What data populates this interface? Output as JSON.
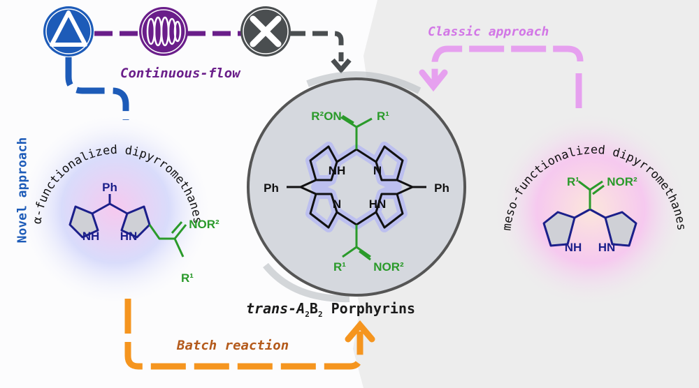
{
  "labels": {
    "continuous_flow": "Continuous-flow",
    "classic_approach": "Classic approach",
    "batch_reaction": "Batch reaction",
    "novel_approach": "Novel approach",
    "product_prefix": "trans-A",
    "product_sub1": "2",
    "product_b": "B",
    "product_sub2": "2",
    "product_suffix": " Porphyrins",
    "alpha_arc": "α-functionalized dipyrromethanes",
    "meso_arc": "meso-functionalized dipyrromethanes"
  },
  "chem": {
    "ph": "Ph",
    "nh": "NH",
    "hn": "HN",
    "n": "N",
    "nor2": "NOR²",
    "r2on": "R²ON",
    "r1": "R¹"
  },
  "colors": {
    "blue": "#1d5bb8",
    "purple": "#6a1e8a",
    "gray": "#4a4e50",
    "pink": "#e6a0ef",
    "orange": "#f5951f",
    "green": "#2a9a2a",
    "navy": "#1b1f8a"
  },
  "icons": [
    "triangle-heat-icon",
    "coil-reactor-icon",
    "mixer-cross-icon"
  ]
}
